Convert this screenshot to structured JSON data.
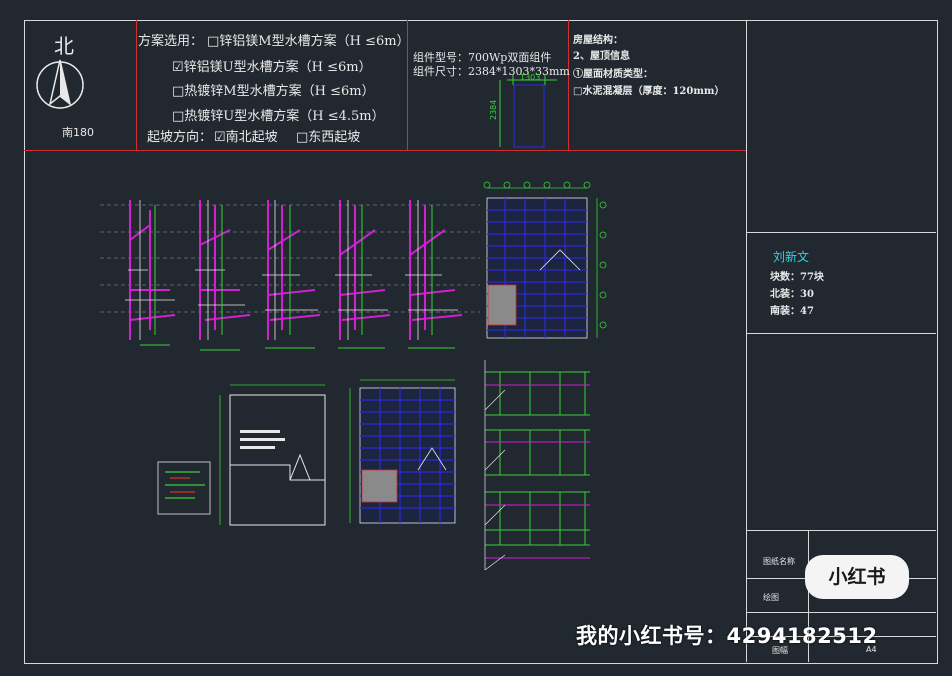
{
  "header": {
    "north_char": "北",
    "south_label": "南180",
    "scheme_title": "方案选用：",
    "scheme_options": [
      {
        "box": "□",
        "label": "锌铝镁M型水槽方案（H ≤6m）"
      },
      {
        "box": "☑",
        "label": "锌铝镁U型水槽方案（H ≤6m）"
      },
      {
        "box": "□",
        "label": "热镀锌M型水槽方案（H ≤6m）"
      },
      {
        "box": "□",
        "label": "热镀锌U型水槽方案（H ≤4.5m）"
      }
    ],
    "slope_title": "起坡方向：",
    "slope_options": [
      {
        "box": "☑",
        "label": "南北起坡"
      },
      {
        "box": "□",
        "label": "东西起坡"
      }
    ],
    "module_model": "组件型号：700Wp双面组件",
    "module_size": "组件尺寸：2384*1303*33mm",
    "dim_width": "1303",
    "dim_height": "2384",
    "house_title": "房屋结构：",
    "roof_info": "2、屋顶信息",
    "roof_material": "①屋面材质类型：",
    "roof_layer": "□水泥混凝层（厚度：120mm）"
  },
  "sidebar": {
    "name": "刘新文",
    "count": "块数：77块",
    "north": "北装：30",
    "south": "南装：47"
  },
  "title_block": {
    "drawing_name": "图纸名称",
    "drawn_by": "绘图",
    "sheet": "图幅",
    "sheet_size": "A4"
  },
  "watermark": {
    "text": "我的小红书号：4294182512",
    "logo": "小红书"
  },
  "colors": {
    "background": "#212830",
    "frame": "#d8d8d8",
    "separator": "#d23030",
    "structure_blue": "#2a2ad0",
    "magenta": "#d020d0",
    "green": "#36d236",
    "cyan": "#34d2e6"
  }
}
